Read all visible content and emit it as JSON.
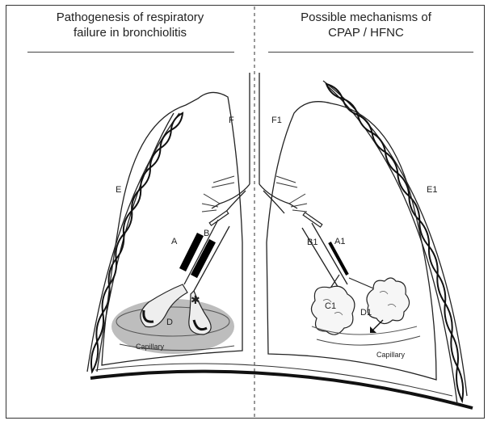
{
  "titles": {
    "left": {
      "line1": "Pathogenesis of respiratory",
      "line2": "failure in bronchiolitis"
    },
    "right": {
      "line1": "Possible mechanisms of",
      "line2": "CPAP / HFNC"
    }
  },
  "labels": {
    "F": "F",
    "F1": "F1",
    "E": "E",
    "E1": "E1",
    "A": "A",
    "B": "B",
    "A1": "A1",
    "B1": "B1",
    "C1": "C1",
    "D": "D",
    "D1": "D1",
    "capillary_left": "Capillary",
    "capillary_right": "Capillary"
  }
}
